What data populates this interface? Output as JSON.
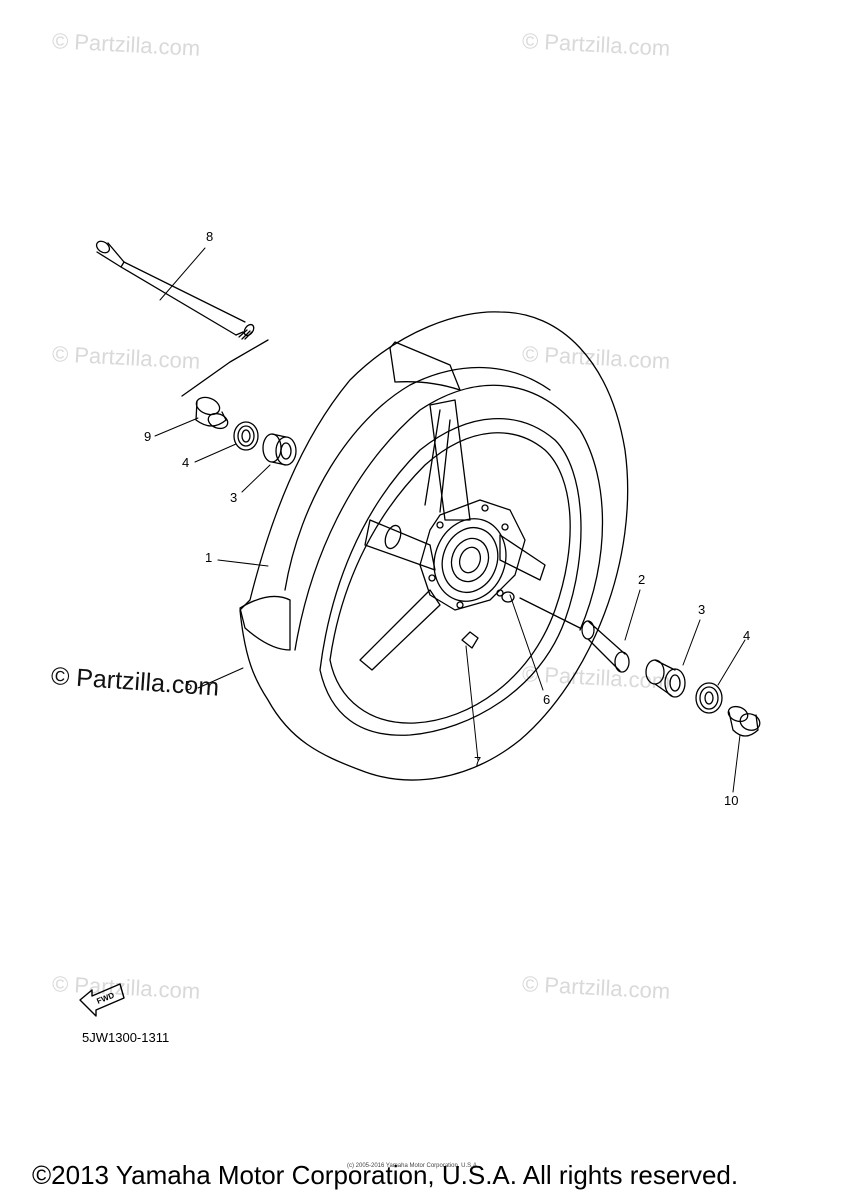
{
  "watermarks": {
    "text": "© Partzilla.com",
    "big_text": "© Partzilla.com"
  },
  "callouts": {
    "c1": "1",
    "c2": "2",
    "c3a": "3",
    "c3b": "3",
    "c4a": "4",
    "c4b": "4",
    "c5": "5",
    "c6": "6",
    "c7": "7",
    "c8": "8",
    "c9": "9",
    "c10": "10"
  },
  "fwd_badge": {
    "label": "FWD"
  },
  "part_code": "5JW1300-1311",
  "fine_print": "(c) 2005-2016 Yamaha Motor Corporation, U.S.A.",
  "copyright": "©2013 Yamaha Motor Corporation, U.S.A. All rights reserved."
}
